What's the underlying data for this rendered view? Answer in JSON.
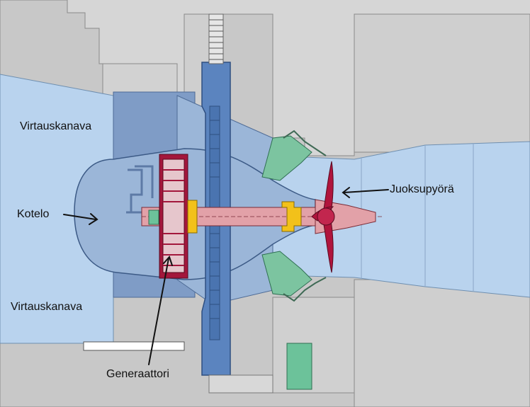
{
  "labels": {
    "top_left": "Virtauskanava",
    "bottom_left": "Virtauskanava",
    "housing": "Kotelo",
    "runner": "Juoksupyörä",
    "generator": "Generaattori"
  },
  "colors": {
    "concrete": "#d6d6d6",
    "concrete_dark": "#bdbdbd",
    "water": "#b9d3ee",
    "housing": "#9bb6d8",
    "housing_dark": "#7f9cc6",
    "steel_plate": "#5b84bf",
    "guide_vanes": "#7cc4a0",
    "runner": "#b0143c",
    "shaft": "#e2a1a8",
    "generator": "#a3173c",
    "coupling": "#f2c11a",
    "outline": "#3c3c3c"
  },
  "icons": [
    "turbine-runner-icon",
    "generator-stator-icon",
    "guide-vane-icon"
  ]
}
